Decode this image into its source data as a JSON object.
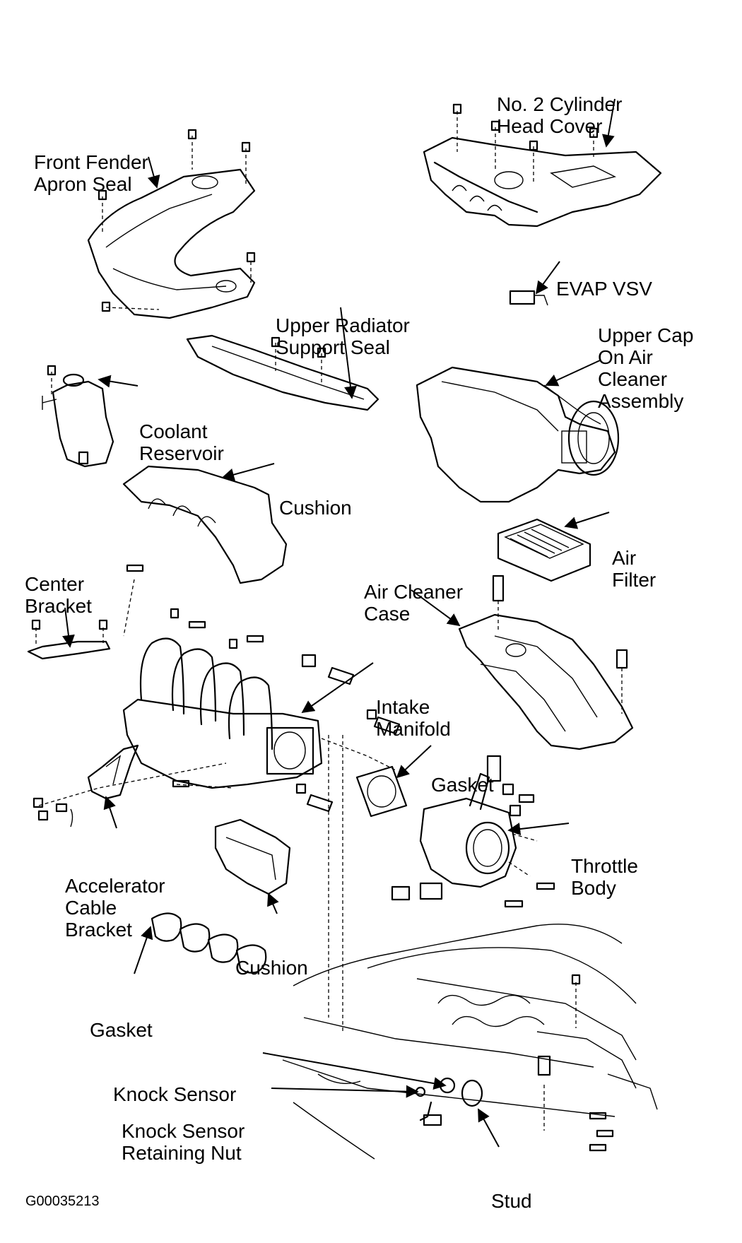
{
  "labels": {
    "head_cover": [
      "No. 2 Cylinder",
      "Head Cover"
    ],
    "fender_seal": [
      "Front Fender",
      "Apron Seal"
    ],
    "evap_vsv": [
      "EVAP VSV"
    ],
    "upper_radiator_seal": [
      "Upper Radiator",
      "Support Seal"
    ],
    "upper_cap": [
      "Upper Cap",
      "On Air",
      "Cleaner",
      "Assembly"
    ],
    "coolant_reservoir": [
      "Coolant",
      "Reservoir"
    ],
    "cushion_top": [
      "Cushion"
    ],
    "air_filter": [
      "Air",
      "Filter"
    ],
    "center_bracket": [
      "Center",
      "Bracket"
    ],
    "air_cleaner_case": [
      "Air Cleaner",
      "Case"
    ],
    "intake_manifold": [
      "Intake",
      "Manifold"
    ],
    "gasket_throttle": [
      "Gasket"
    ],
    "throttle_body": [
      "Throttle",
      "Body"
    ],
    "accel_bracket": [
      "Accelerator",
      "Cable",
      "Bracket"
    ],
    "cushion_bottom": [
      "Cushion"
    ],
    "gasket_manifold": [
      "Gasket"
    ],
    "knock_sensor": [
      "Knock Sensor"
    ],
    "knock_nut": [
      "Knock Sensor",
      "Retaining Nut"
    ],
    "stud": [
      "Stud"
    ]
  },
  "figure_id": "G00035213"
}
